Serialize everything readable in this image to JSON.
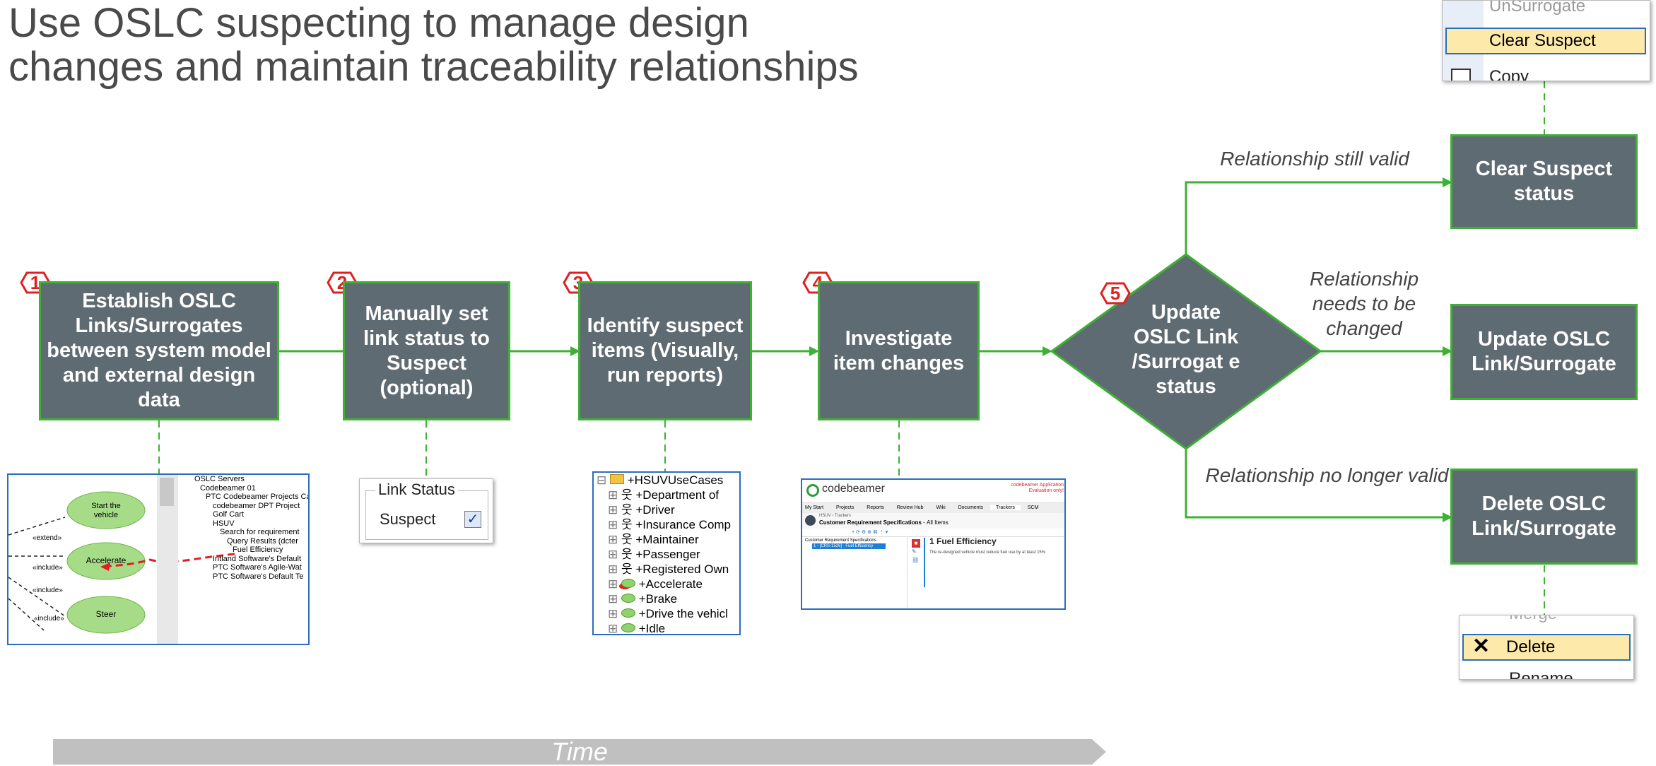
{
  "title_line1": "Use OSLC suspecting to manage design",
  "title_line2": "changes and maintain traceability relationships",
  "steps": [
    {
      "num": "1",
      "label": "Establish OSLC Links/Surrogates between system model and external design data"
    },
    {
      "num": "2",
      "label": "Manually set link status to Suspect (optional)"
    },
    {
      "num": "3",
      "label": "Identify suspect items (Visually, run reports)"
    },
    {
      "num": "4",
      "label": "Investigate item changes"
    },
    {
      "num": "5",
      "label": "Update OSLC Link /Surrogat e status"
    }
  ],
  "outcomes": [
    {
      "label": "Clear Suspect status",
      "condition": "Relationship still valid"
    },
    {
      "label": "Update OSLC Link/Surrogate",
      "condition": "Relationship needs to be changed"
    },
    {
      "label": "Delete OSLC Link/Surrogate",
      "condition": "Relationship no longer valid"
    }
  ],
  "time_label": "Time",
  "menu_top": {
    "items": [
      "UnSurrogate",
      "Clear Suspect",
      "Copy"
    ],
    "selected": "Clear Suspect"
  },
  "menu_bottom": {
    "items": [
      "Merge",
      "Delete",
      "Rename"
    ],
    "selected": "Delete"
  },
  "link_status": {
    "group": "Link Status",
    "option": "Suspect",
    "checked": true
  },
  "use_case_tree": [
    "+HSUVUseCases",
    "+Department of",
    "+Driver",
    "+Insurance Comp",
    "+Maintainer",
    "+Passenger",
    "+Registered Own",
    "+Accelerate",
    "+Brake",
    "+Drive the vehicl",
    "+Idle"
  ],
  "oslc_shot": {
    "diagram": [
      "Start the vehicle",
      "Accelerate",
      "Steer"
    ],
    "stereotypes": [
      "«extend»",
      "«include»",
      "«include»",
      "«include»"
    ],
    "tree": [
      "OSLC Servers",
      "Codebeamer 01",
      "PTC Codebeamer Projects Ca",
      "codebeamer DPT Project",
      "Golf Cart",
      "HSUV",
      "Search for requirement",
      "Query Results (dcter",
      "Fuel Efficiency",
      "Intland Software's Default",
      "PTC Software's Agile-Wat",
      "PTC Software's Default Te"
    ]
  },
  "codebeamer": {
    "brand": "codebeamer",
    "note1": "codebeamer Application",
    "note2": "Evaluation only!",
    "nav": [
      "My Start",
      "Projects",
      "Reports",
      "Review Hub",
      "Wiki",
      "Documents",
      "Trackers",
      "SCM"
    ],
    "breadcrumb": "HSUV › Trackers",
    "heading": "Customer Requirement Specifications",
    "heading_suffix": "All Items",
    "tree_root": "Customer Requirement Specifications",
    "tree_item": "1 - [CRS-1526] · Fuel Efficiency",
    "item_title": "1  Fuel Efficiency",
    "item_text": "The re-designed vehicle must reduce fuel use by at least 15%"
  },
  "colors": {
    "box": "#5f6b73",
    "connector": "#3eb033",
    "badge": "#e02020",
    "timebar": "#c0c0c0",
    "menu_highlight": "#fde9a9"
  }
}
